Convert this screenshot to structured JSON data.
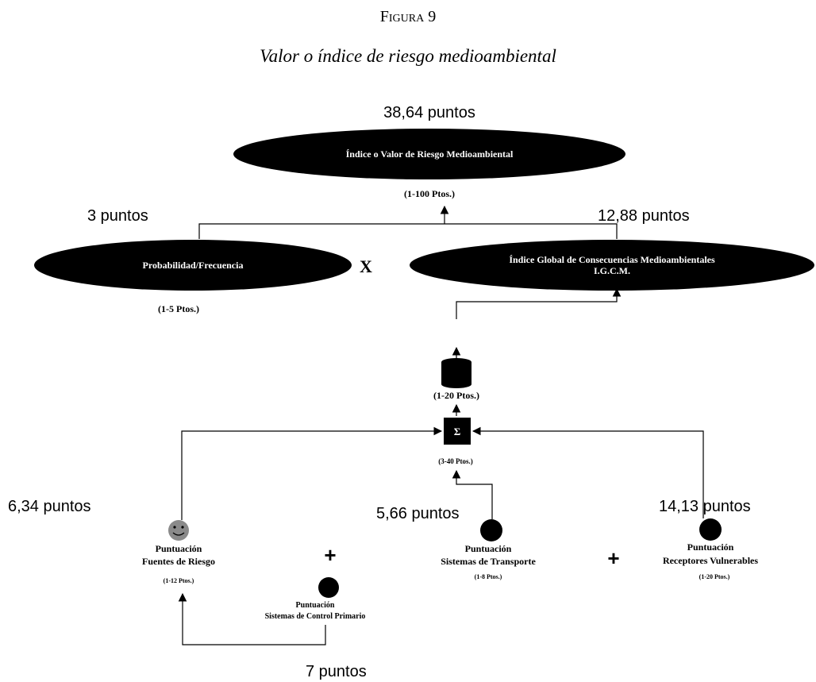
{
  "figure": {
    "label": "Figura 9",
    "title": "Valor o índice de riesgo medioambiental"
  },
  "nodes": {
    "riesgo": {
      "score": "38,64 puntos",
      "label": "Índice o Valor de Riesgo Medioambiental",
      "range": "(1-100  Ptos.)"
    },
    "probabilidad": {
      "score": "3 puntos",
      "label": "Probabilidad/Frecuencia",
      "range": "(1-5 Ptos.)"
    },
    "operator_multiply": "X",
    "consecuencias": {
      "score": "12,88 puntos",
      "label_line1": "Índice Global de Consecuencias Medioambientales",
      "label_line2": "I.G.C.M."
    },
    "intermedio": {
      "range": "(1-20 Ptos.)"
    },
    "suma": {
      "symbol": "Σ",
      "range": "(3-40 Ptos.)"
    },
    "fuentes": {
      "score": "6,34 puntos",
      "label_line1": "Puntuación",
      "label_line2": "Fuentes de Riesgo",
      "range": "(1-12 Ptos.)"
    },
    "control": {
      "score": "7 puntos",
      "label_line1": "Puntuación",
      "label_line2": "Sistemas de Control Primario"
    },
    "transporte": {
      "score": "5,66 puntos",
      "label_line1": "Puntuación",
      "label_line2": "Sistemas de Transporte",
      "range": "(1-8 Ptos.)"
    },
    "receptores": {
      "score": "14,13 puntos",
      "label_line1": "Puntuación",
      "label_line2": "Receptores Vulnerables",
      "range": "(1-20 Ptos.)"
    },
    "operator_plus": "+"
  }
}
